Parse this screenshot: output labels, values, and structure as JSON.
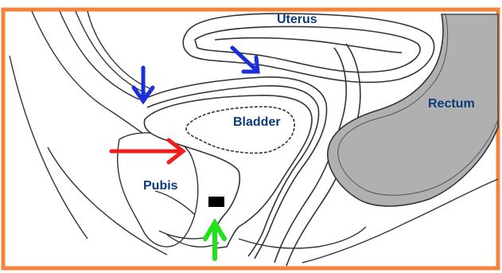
{
  "labels": {
    "uterus": "Uterus",
    "bladder": "Bladder",
    "rectum": "Rectum",
    "pubis": "Pubis"
  },
  "colors": {
    "frame": "#f4843c",
    "blue_arrow": "#1a2fd8",
    "red_arrow": "#f01e1e",
    "green_arrow": "#22e01a",
    "marker": "#000000",
    "label": "#0d3b7a",
    "rectum_fill": "#b0b0b0"
  },
  "annotations": [
    {
      "type": "arrow",
      "color": "blue",
      "direction": "down",
      "target": "anterior vaginal wall / vesico-uterine pouch"
    },
    {
      "type": "arrow",
      "color": "blue",
      "direction": "down-right",
      "target": "uterus anterior surface"
    },
    {
      "type": "arrow",
      "color": "red",
      "direction": "right",
      "target": "bladder neck behind pubis"
    },
    {
      "type": "arrow",
      "color": "green",
      "direction": "up",
      "target": "urethral meatus"
    },
    {
      "type": "marker",
      "color": "black",
      "target": "urethra"
    }
  ]
}
